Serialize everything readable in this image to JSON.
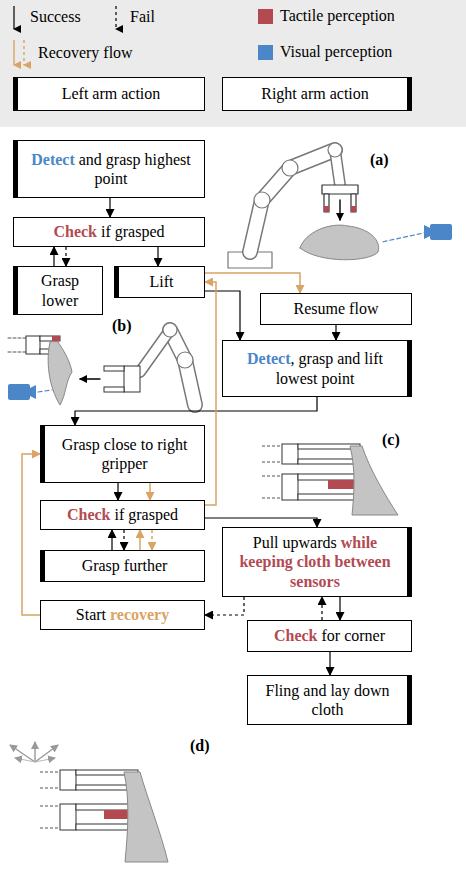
{
  "diagram": {
    "nodes": [
      {
        "text": [
          "Detect and grasp highest point"
        ]
      },
      {
        "text": [
          "Check if grasped"
        ]
      },
      {
        "text": [
          "Grasp lower"
        ]
      },
      {
        "text": [
          "Lift"
        ]
      },
      {
        "text": [
          "Resume flow"
        ]
      },
      {
        "text": [
          "Detect, grasp and lift lowest point"
        ]
      },
      {
        "text": [
          "Grasp close to right gripper"
        ]
      },
      {
        "text": [
          "Check if grasped"
        ]
      },
      {
        "text": [
          "Grasp further"
        ]
      },
      {
        "text": [
          "Start recovery"
        ]
      },
      {
        "text": [
          "Pull upwards while keeping cloth between sensors"
        ]
      },
      {
        "text": [
          "Check for corner"
        ]
      },
      {
        "text": [
          "Fling and lay down cloth"
        ]
      }
    ],
    "edges": [
      {
        "from": 0,
        "to": 1,
        "arrow": "to"
      },
      {
        "from": 1,
        "to": 2,
        "arrow": "to"
      },
      {
        "from": 2,
        "to": 1,
        "arrow": "to"
      },
      {
        "from": 1,
        "to": 3,
        "arrow": "to"
      },
      {
        "from": 3,
        "to": 4,
        "arrow": "to"
      },
      {
        "from": 3,
        "to": 5,
        "arrow": "to"
      },
      {
        "from": 4,
        "to": 5,
        "arrow": "to"
      },
      {
        "from": 5,
        "to": 6,
        "arrow": "to"
      },
      {
        "from": 6,
        "to": 7,
        "arrow": "to"
      },
      {
        "from": 6,
        "to": 7,
        "arrow": "to"
      },
      {
        "from": 8,
        "to": 7,
        "arrow": "to"
      },
      {
        "from": 7,
        "to": 8,
        "arrow": "to"
      },
      {
        "from": 8,
        "to": 7,
        "arrow": "to"
      },
      {
        "from": 7,
        "to": 8,
        "arrow": "to"
      },
      {
        "from": 7,
        "to": 3,
        "arrow": "to"
      },
      {
        "from": 7,
        "to": 10,
        "arrow": "to"
      },
      {
        "from": 10,
        "to": 9,
        "arrow": "to"
      },
      {
        "from": 9,
        "to": 6,
        "arrow": "to"
      },
      {
        "from": 10,
        "to": 11,
        "arrow": "to"
      },
      {
        "from": 11,
        "to": 10,
        "arrow": "to"
      },
      {
        "from": 11,
        "to": 12,
        "arrow": "to"
      }
    ],
    "labels": [
      "(a)",
      "(b)",
      "(c)",
      "(d)"
    ],
    "legend": [
      {
        "text": "Success"
      },
      {
        "text": "Fail"
      },
      {
        "text": "Tactile perception",
        "color": "#b34a52"
      },
      {
        "text": "Recovery flow"
      },
      {
        "text": "Visual perception",
        "color": "#4a86c8"
      },
      {
        "text": "Left arm action"
      },
      {
        "text": "Right arm action"
      }
    ]
  }
}
